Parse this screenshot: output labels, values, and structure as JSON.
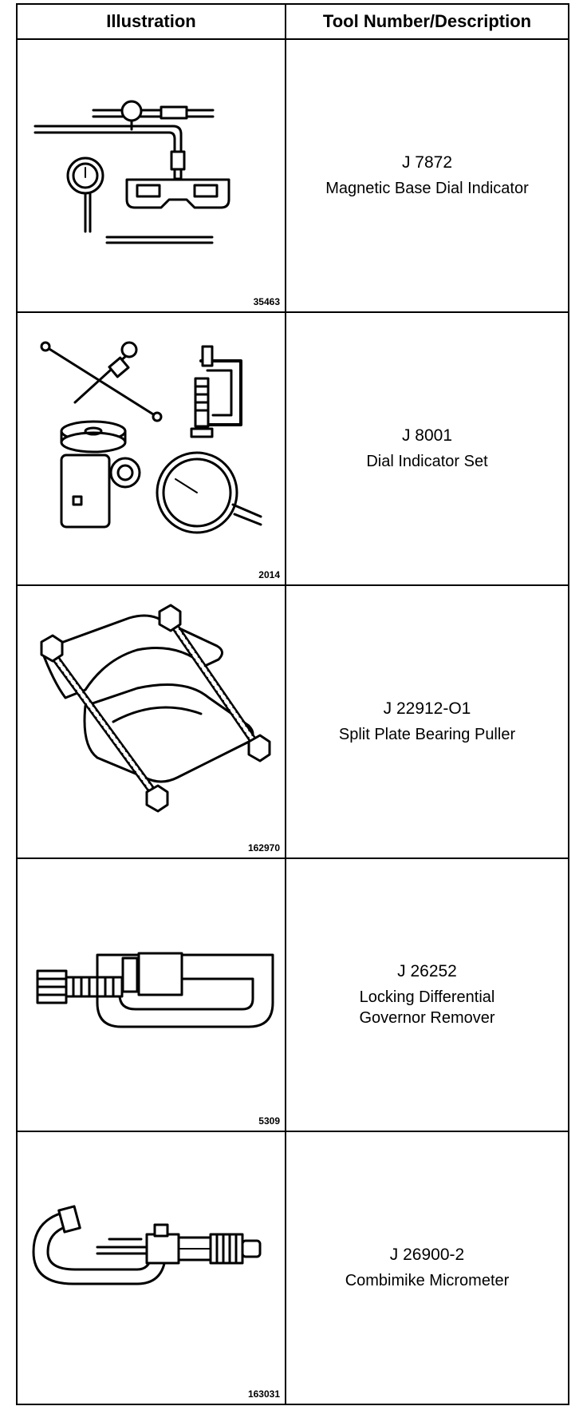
{
  "table": {
    "headers": {
      "illustration": "Illustration",
      "tool": "Tool Number/Description"
    },
    "rows": [
      {
        "tool_number": "J 7872",
        "description": "Magnetic Base Dial Indicator",
        "figure_number": "35463",
        "icon": "magnetic-base-dial-indicator-icon"
      },
      {
        "tool_number": "J 8001",
        "description": "Dial Indicator Set",
        "figure_number": "2014",
        "icon": "dial-indicator-set-icon"
      },
      {
        "tool_number": "J 22912-O1",
        "description": "Split Plate Bearing Puller",
        "figure_number": "162970",
        "icon": "split-plate-bearing-puller-icon"
      },
      {
        "tool_number": "J 26252",
        "description": "Locking Differential\nGovernor Remover",
        "figure_number": "5309",
        "icon": "governor-remover-icon"
      },
      {
        "tool_number": "J 26900-2",
        "description": "Combimike Micrometer",
        "figure_number": "163031",
        "icon": "micrometer-icon"
      }
    ]
  }
}
